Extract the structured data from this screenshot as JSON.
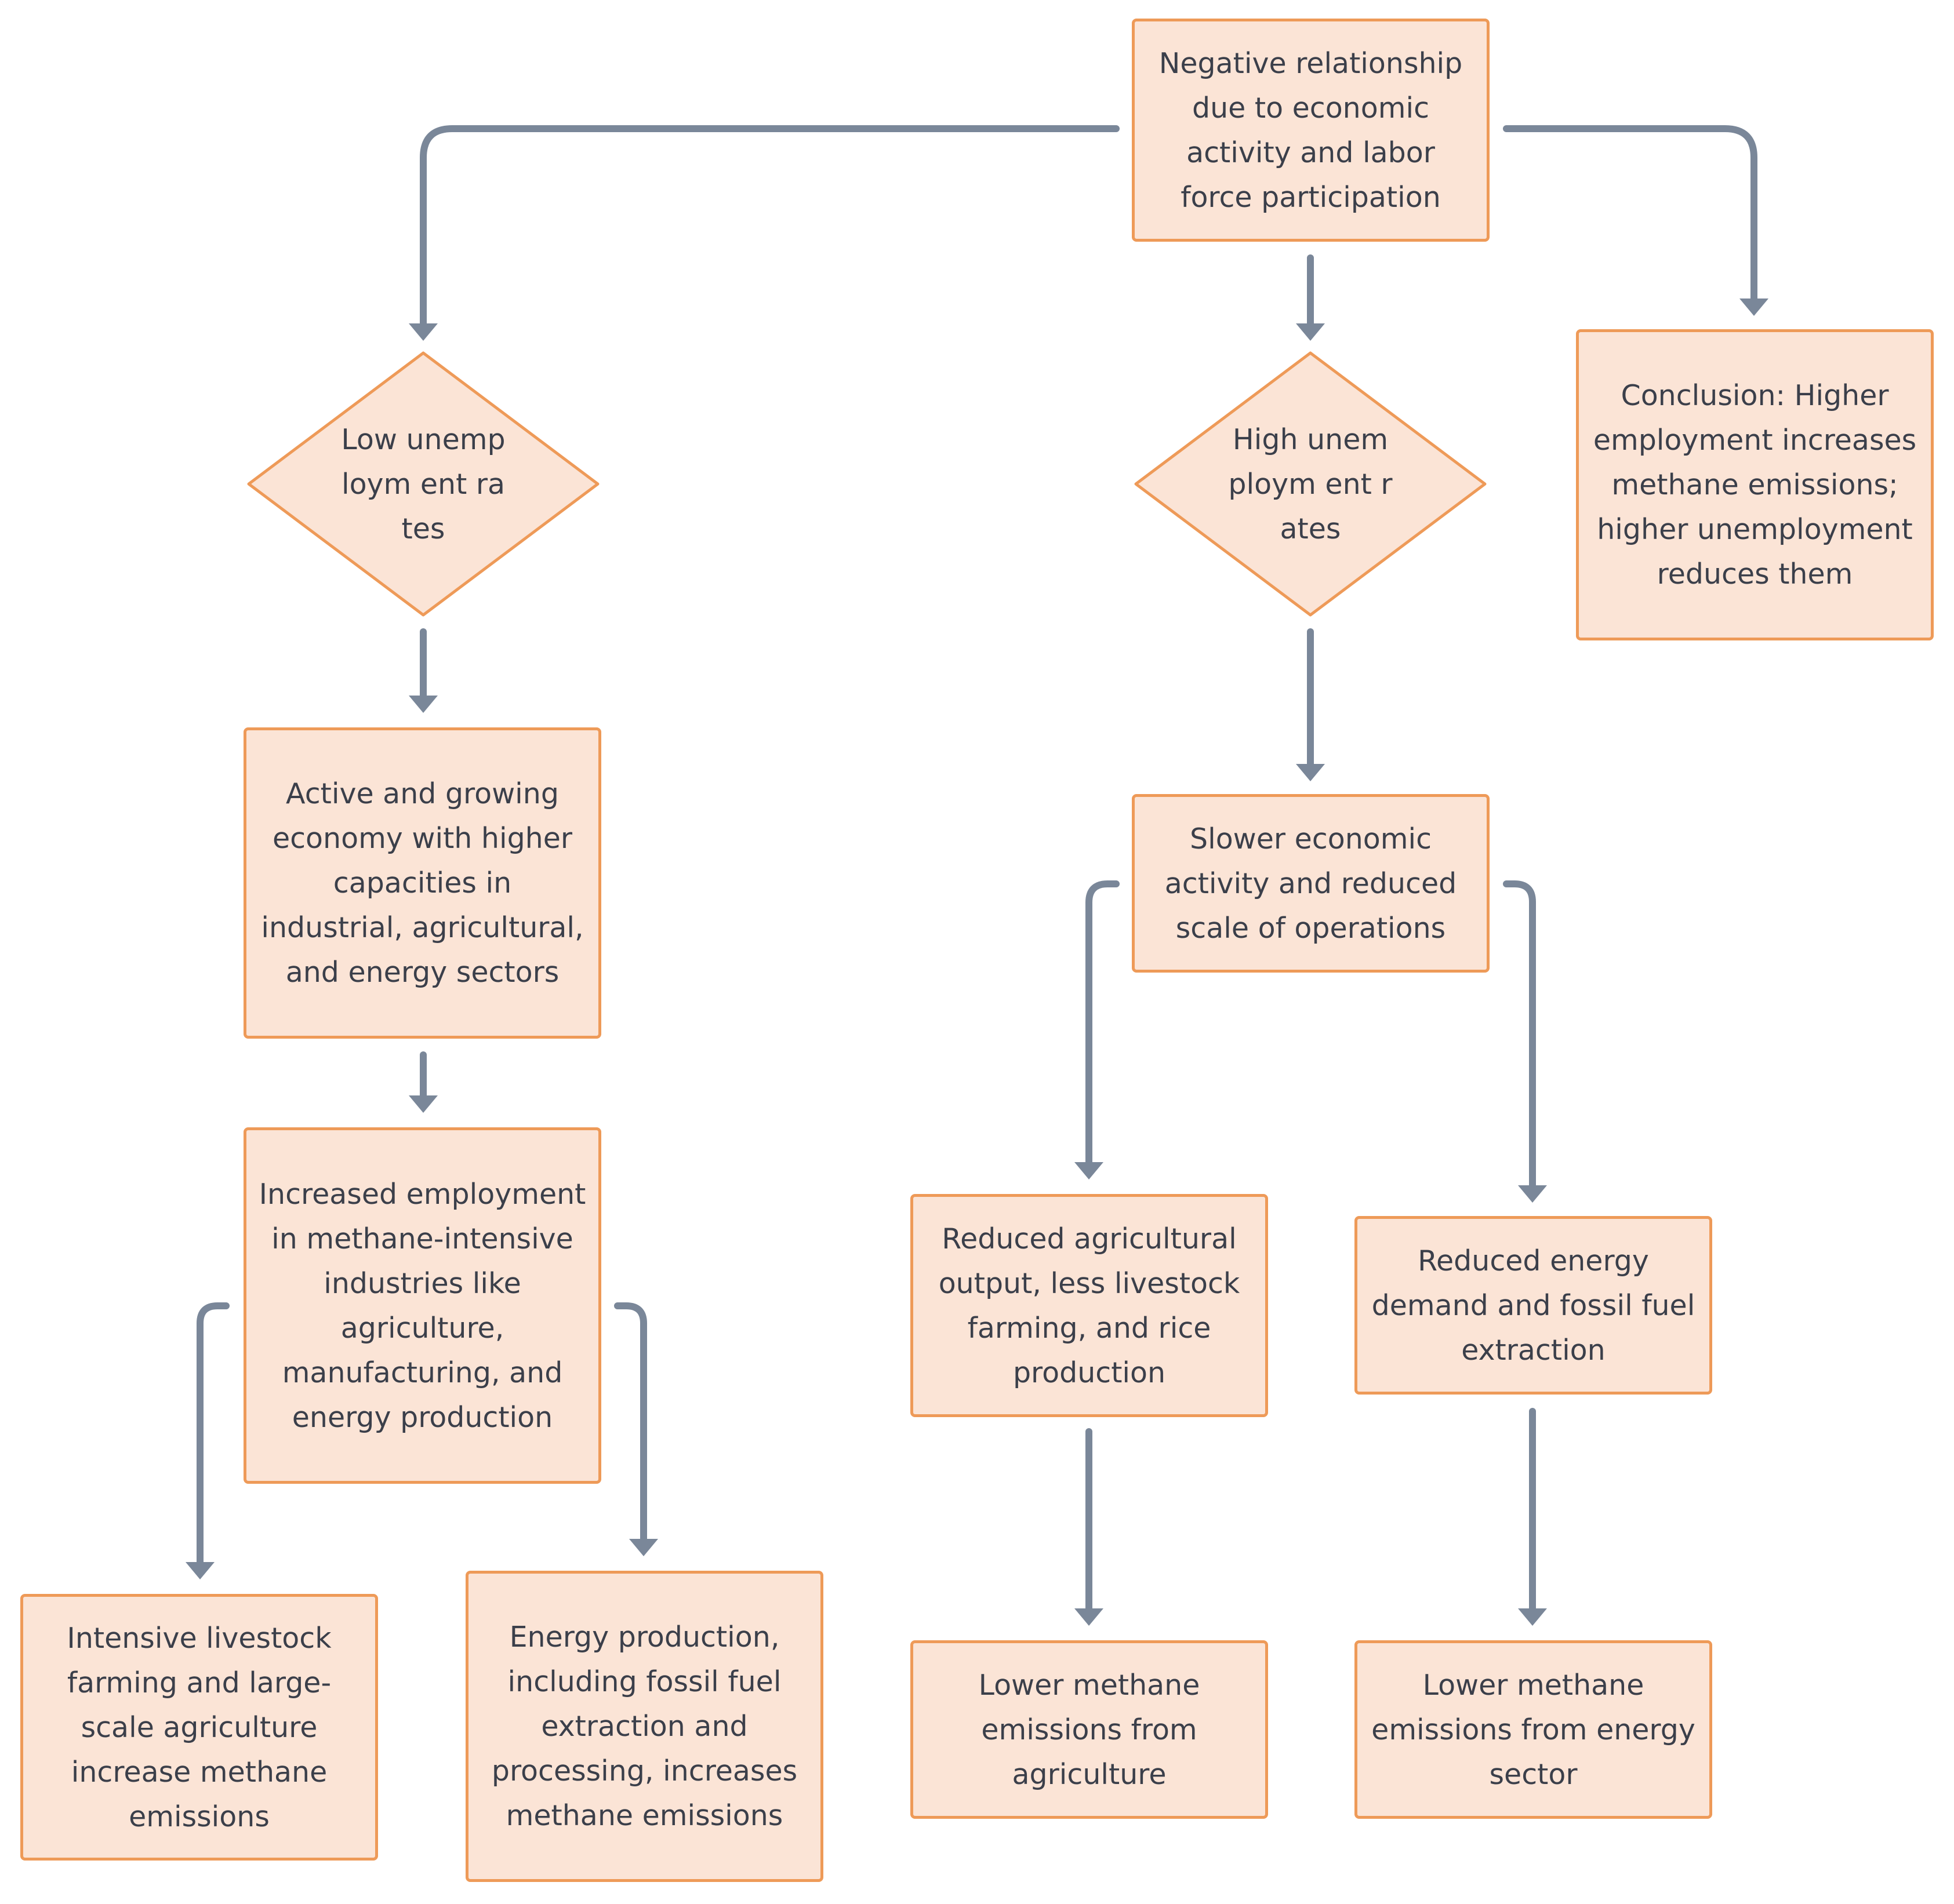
{
  "nodes": {
    "root": "Negative relationship due to economic activity and labor force participation",
    "low_unemployment": "Low unemploym ent rates",
    "high_unemployment": "High unemploym ent rates",
    "conclusion": "Conclusion: Higher employment increases methane emissions; higher unemployment reduces them",
    "active_economy": "Active and growing economy with higher capacities in industrial, agricultural, and energy sectors",
    "increased_employment": "Increased employment in methane-intensive industries like agriculture, manufacturing, and energy production",
    "livestock_farming": "Intensive livestock farming and large-scale agriculture increase methane emissions",
    "energy_production": "Energy production, including fossil fuel extraction and processing, increases methane emissions",
    "slower_activity": "Slower economic activity and reduced scale of operations",
    "reduced_agriculture": "Reduced agricultural output, less livestock farming, and rice production",
    "reduced_energy": "Reduced energy demand and fossil fuel extraction",
    "lower_ag_emissions": "Lower methane emissions from agriculture",
    "lower_energy_emissions": "Lower methane emissions from energy sector"
  },
  "colors": {
    "node_fill": "#fbe4d6",
    "node_border": "#ee9a58",
    "edge": "#7a8799",
    "text": "#3b3f4a"
  }
}
